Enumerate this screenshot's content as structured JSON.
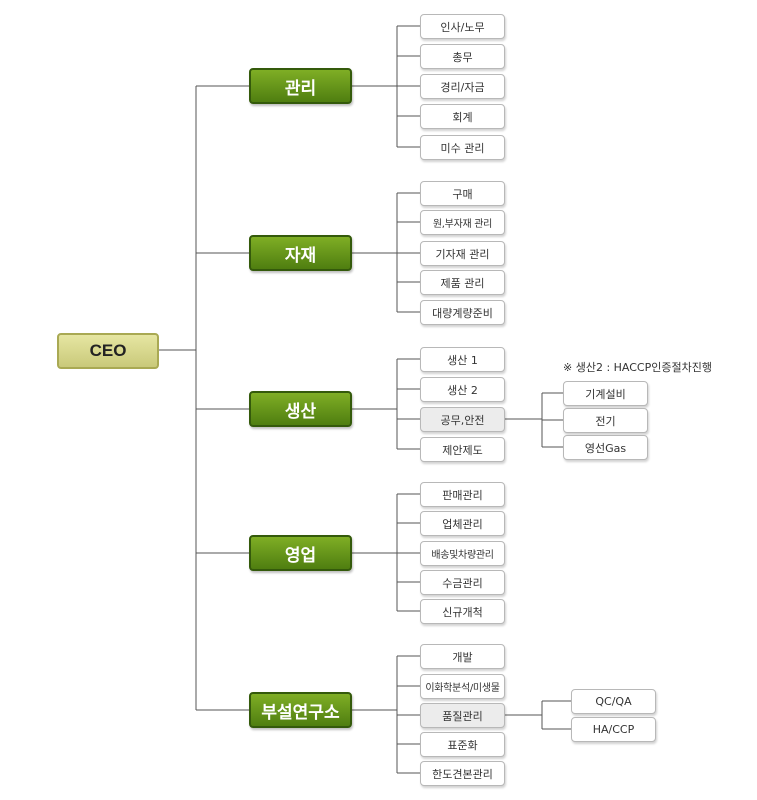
{
  "ceo": "CEO",
  "departments": [
    {
      "label": "관리",
      "items": [
        "인사/노무",
        "총무",
        "경리/자금",
        "회계",
        "미수 관리"
      ]
    },
    {
      "label": "자재",
      "items": [
        "구매",
        "원,부자재 관리",
        "기자재 관리",
        "제품 관리",
        "대량계량준비"
      ]
    },
    {
      "label": "생산",
      "items": [
        "생산 1",
        "생산 2",
        "공무,안전",
        "제안제도"
      ]
    },
    {
      "label": "영업",
      "items": [
        "판매관리",
        "업체관리",
        "배송및차량관리",
        "수금관리",
        "신규개척"
      ]
    },
    {
      "label": "부설연구소",
      "items": [
        "개발",
        "이화학분석/미생물",
        "품질관리",
        "표준화",
        "한도견본관리"
      ]
    }
  ],
  "production_note": "※ 생산2 : HACCP인증절차진행",
  "production_sub": [
    "기계설비",
    "전기",
    "영선Gas"
  ],
  "quality_sub": [
    "QC/QA",
    "HA/CCP"
  ],
  "colors": {
    "dept_fill": "#5f8e18",
    "ceo_fill": "#d7d78c",
    "line": "#555555"
  }
}
